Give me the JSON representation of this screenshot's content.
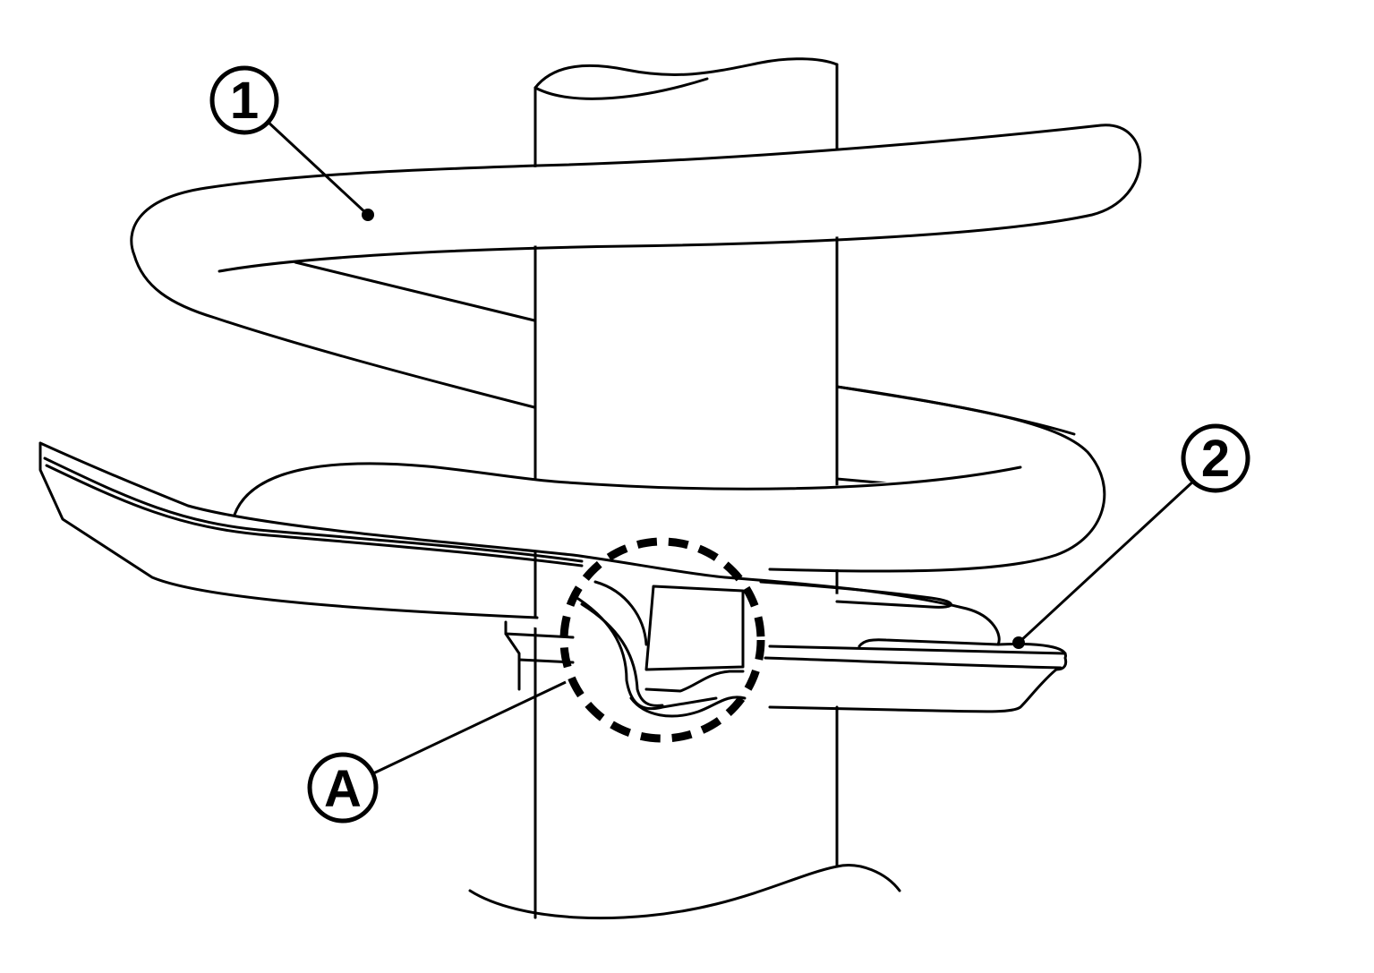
{
  "callouts": {
    "spring": {
      "label": "1"
    },
    "seat": {
      "label": "2"
    },
    "detail": {
      "label": "A"
    }
  },
  "colors": {
    "line": "#000000",
    "background": "#ffffff"
  }
}
